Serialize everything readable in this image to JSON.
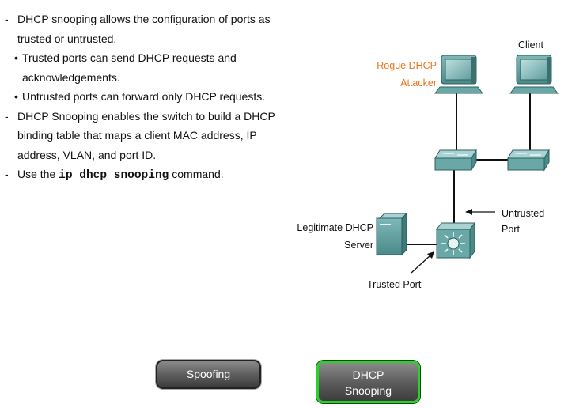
{
  "bullets": {
    "item1": "DHCP snooping allows the configuration of ports as trusted or untrusted.",
    "sub1": "Trusted ports can send DHCP requests and acknowledgements.",
    "sub2": "Untrusted ports can forward only DHCP requests.",
    "item2": "DHCP Snooping enables the switch to build a DHCP binding table that maps a client MAC address, IP address, VLAN, and port ID.",
    "item3_prefix": "Use the ",
    "item3_command": "ip dhcp snooping",
    "item3_suffix": " command."
  },
  "diagram": {
    "client_label": "Client",
    "rogue_label_line1": "Rogue DHCP",
    "rogue_label_line2": "Attacker",
    "legit_label_line1": "Legitimate DHCP",
    "legit_label_line2": "Server",
    "untrusted_line1": "Untrusted",
    "untrusted_line2": "Port",
    "trusted_label": "Trusted Port"
  },
  "buttons": {
    "spoofing": "Spoofing",
    "snooping_line1": "DHCP",
    "snooping_line2": "Snooping"
  },
  "colors": {
    "rogue_text": "#e8741d",
    "device_teal": "#6aa8a8",
    "button_green_border": "#29d12a"
  }
}
